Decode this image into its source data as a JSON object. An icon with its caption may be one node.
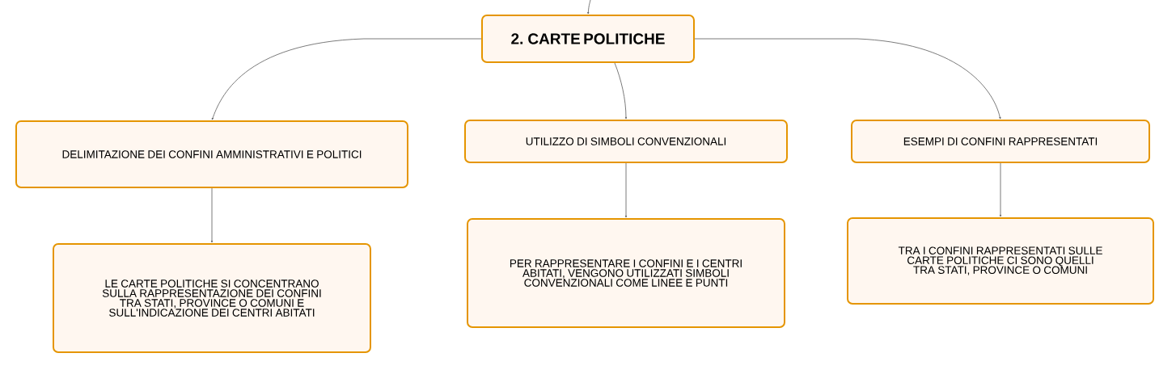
{
  "diagram": {
    "nodes": [
      {
        "text": [
          "2. CARTE POLITICHE"
        ]
      },
      {
        "text": [
          "DELIMITAZIONE DEI CONFINI AMMINISTRATIVI E POLITICI"
        ]
      },
      {
        "text": [
          "UTILIZZO DI SIMBOLI CONVENZIONALI"
        ]
      },
      {
        "text": [
          "ESEMPI DI CONFINI RAPPRESENTATI"
        ]
      },
      {
        "text": [
          "LE CARTE POLITICHE SI CONCENTRANO SULLA RAPPRESENTAZIONE DEI CONFINI TRA STATI, PROVINCE O COMUNI E SULL'INDICAZIONE DEI CENTRI ABITATI"
        ]
      },
      {
        "text": [
          "PER RAPPRESENTARE I CONFINI E I CENTRI ABITATI, VENGONO UTILIZZATI SIMBOLI CONVENZIONALI COME LINEE E PUNTI"
        ]
      },
      {
        "text": [
          "TRA I CONFINI RAPPRESENTATI SULLE CARTE POLITICHE CI SONO QUELLI TRA STATI, PROVINCE O COMUNI"
        ]
      }
    ],
    "edges": [
      {
        "from": null,
        "to": 0,
        "arrow": "to"
      },
      {
        "from": 0,
        "to": 1,
        "arrow": "to"
      },
      {
        "from": 0,
        "to": 2,
        "arrow": "to"
      },
      {
        "from": 0,
        "to": 3,
        "arrow": "to"
      },
      {
        "from": 1,
        "to": 4,
        "arrow": "to"
      },
      {
        "from": 2,
        "to": 5,
        "arrow": "to"
      },
      {
        "from": 3,
        "to": 6,
        "arrow": "to"
      }
    ]
  }
}
